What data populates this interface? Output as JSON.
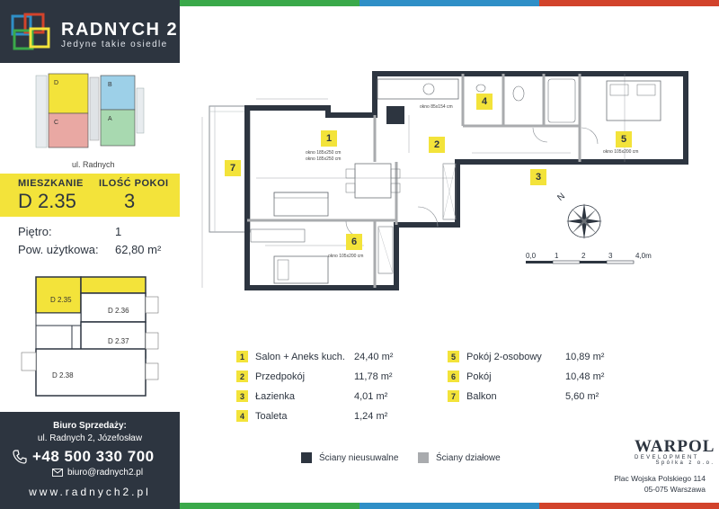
{
  "brand": {
    "name": "RADNYCH 2",
    "tagline": "Jedyne takie osiedle",
    "colors": {
      "dark": "#2d3540",
      "yellow": "#f3e33a",
      "green": "#3aa94a",
      "blue": "#2f8fc7",
      "red": "#d2432b"
    }
  },
  "site_plan": {
    "buildings": [
      "A",
      "B",
      "C",
      "D"
    ],
    "street": "ul. Radnych"
  },
  "apartment": {
    "label_unit": "MIESZKANIE",
    "label_rooms": "ILOŚĆ POKOI",
    "unit": "D 2.35",
    "rooms": "3",
    "floor_label": "Piętro:",
    "floor_value": "1",
    "area_label": "Pow. użytkowa:",
    "area_value": "62,80 m²"
  },
  "mini_plan": {
    "units": [
      "D 2.35",
      "D 2.36",
      "D 2.37",
      "D 2.38"
    ]
  },
  "contact": {
    "office_title": "Biuro Sprzedaży:",
    "office_address": "ul. Radnych 2, Józefosław",
    "phone": "+48 500 330 700",
    "email": "biuro@radnych2.pl",
    "website": "www.radnych2.pl",
    "icons": [
      "phone-icon",
      "mail-icon"
    ]
  },
  "plan": {
    "room_numbers": [
      "1",
      "2",
      "3",
      "4",
      "5",
      "6",
      "7"
    ],
    "window_notes": {
      "salon_a": "okno 185x250 cm",
      "salon_b": "okno 185x250 cm",
      "kitchen": "okno 85x154 cm",
      "room5": "okno 105x200 cm",
      "room6": "okno 105x200 cm"
    }
  },
  "scale": {
    "ticks": [
      "0,0",
      "1",
      "2",
      "3",
      "4,0m"
    ]
  },
  "rooms": [
    {
      "num": "1",
      "name": "Salon + Aneks kuch.",
      "area": "24,40 m²"
    },
    {
      "num": "2",
      "name": "Przedpokój",
      "area": "11,78 m²"
    },
    {
      "num": "3",
      "name": "Łazienka",
      "area": "4,01 m²"
    },
    {
      "num": "4",
      "name": "Toaleta",
      "area": "1,24 m²"
    },
    {
      "num": "5",
      "name": "Pokój 2-osobowy",
      "area": "10,89 m²"
    },
    {
      "num": "6",
      "name": "Pokój",
      "area": "10,48 m²"
    },
    {
      "num": "7",
      "name": "Balkon",
      "area": "5,60 m²"
    }
  ],
  "wall_legend": {
    "bearing": "Ściany nieusuwalne",
    "partition": "Ściany działowe",
    "bearing_color": "#2d3540",
    "partition_color": "#a9abae"
  },
  "developer": {
    "name": "WARPOL",
    "sub1": "DEVELOPMENT",
    "sub2": "Spółka z o.o.",
    "address1": "Plac Wojska Polskiego 114",
    "address2": "05-075 Warszawa"
  }
}
